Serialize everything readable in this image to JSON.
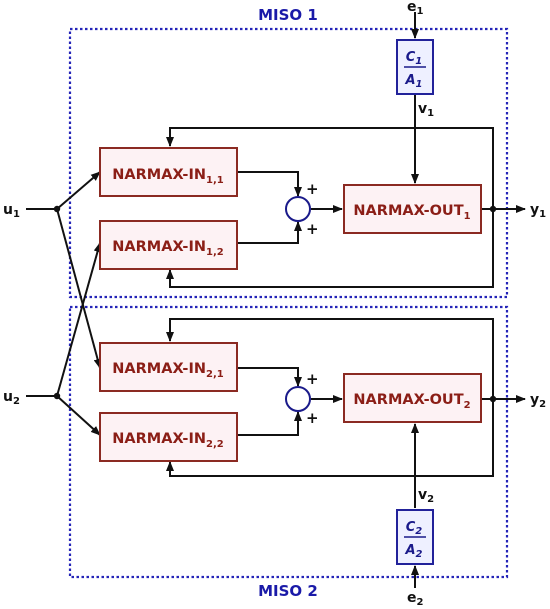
{
  "colors": {
    "wire": "#111111",
    "block_border": "#8b2a22",
    "block_fill": "#fdf2f4",
    "block_text": "#8b1e16",
    "group_border": "#2424b8",
    "group_title": "#1a1aa8",
    "tf_border": "#22229a",
    "tf_fill": "#eef0ff",
    "tf_text": "#1a1a8a",
    "sum_border": "#1a1a8a",
    "sum_fill": "#ffffff"
  },
  "groups": {
    "miso1": {
      "title": "MISO 1"
    },
    "miso2": {
      "title": "MISO 2"
    }
  },
  "blocks": {
    "in11": {
      "base": "NARMAX-IN",
      "sub": "1,1"
    },
    "in12": {
      "base": "NARMAX-IN",
      "sub": "1,2"
    },
    "out1": {
      "base": "NARMAX-OUT",
      "sub": "1"
    },
    "in21": {
      "base": "NARMAX-IN",
      "sub": "2,1"
    },
    "in22": {
      "base": "NARMAX-IN",
      "sub": "2,2"
    },
    "out2": {
      "base": "NARMAX-OUT",
      "sub": "2"
    }
  },
  "filters": {
    "f1": {
      "num": "C",
      "num_sub": "1",
      "den": "A",
      "den_sub": "1"
    },
    "f2": {
      "num": "C",
      "num_sub": "2",
      "den": "A",
      "den_sub": "2"
    }
  },
  "signals": {
    "u1": {
      "base": "u",
      "sub": "1"
    },
    "u2": {
      "base": "u",
      "sub": "2"
    },
    "e1": {
      "base": "e",
      "sub": "1"
    },
    "e2": {
      "base": "e",
      "sub": "2"
    },
    "v1": {
      "base": "v",
      "sub": "1"
    },
    "v2": {
      "base": "v",
      "sub": "2"
    },
    "y1": {
      "base": "y",
      "sub": "1"
    },
    "y2": {
      "base": "y",
      "sub": "2"
    }
  },
  "summing": {
    "plus": "+"
  }
}
